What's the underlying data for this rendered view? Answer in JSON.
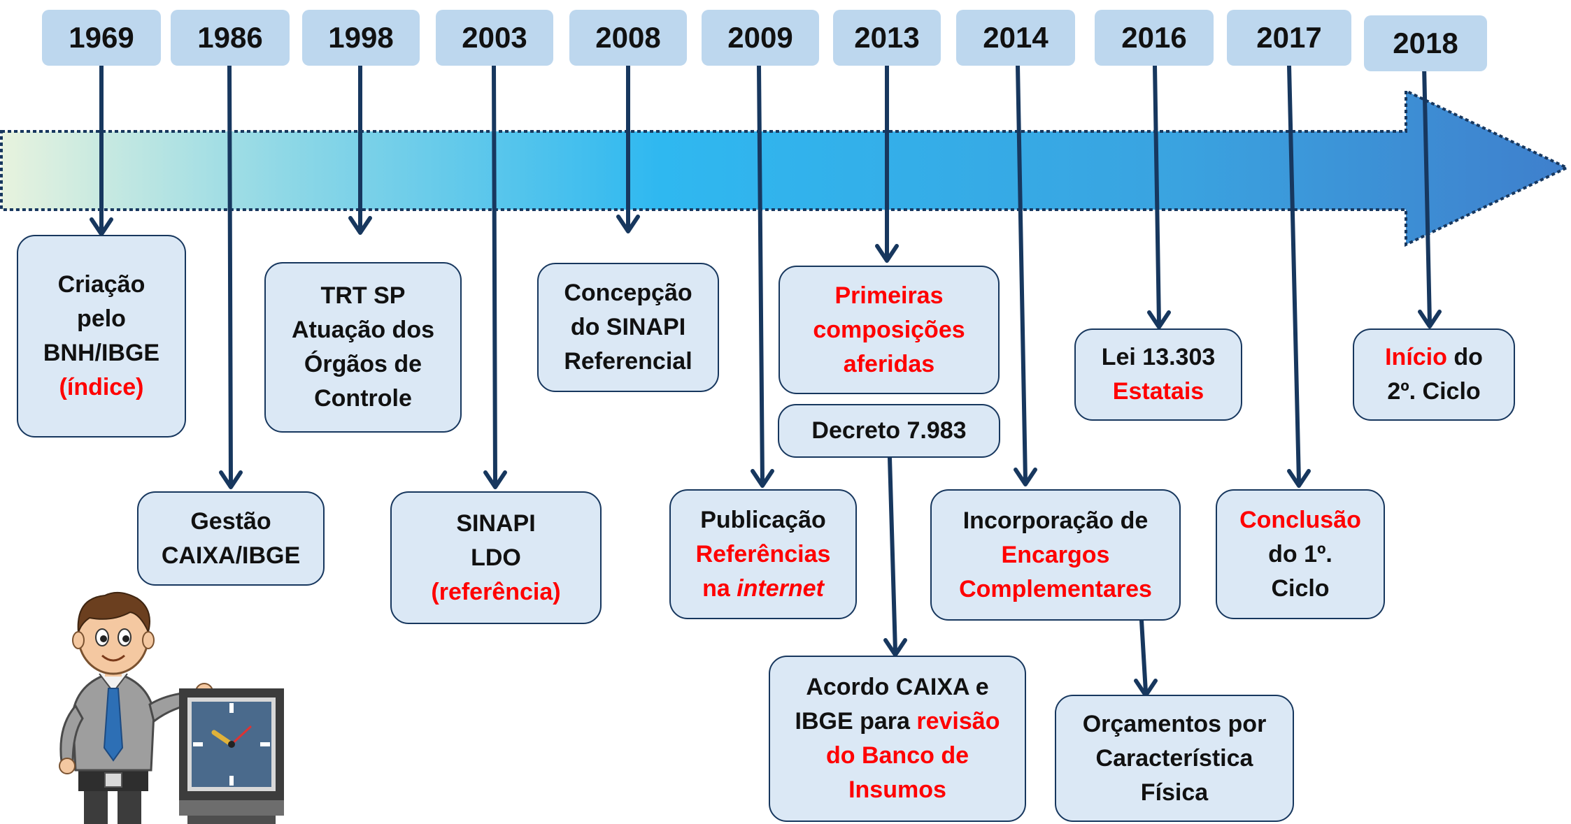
{
  "years": [
    "1969",
    "1986",
    "1998",
    "2003",
    "2008",
    "2009",
    "2013",
    "2014",
    "2016",
    "2017",
    "2018"
  ],
  "events": {
    "e1969": [
      [
        "Criação"
      ],
      [
        "pelo"
      ],
      [
        "BNH/IBGE"
      ],
      [
        {
          "t": "(índice)",
          "c": "red"
        }
      ]
    ],
    "e1986": [
      [
        "Gestão"
      ],
      [
        "CAIXA/IBGE"
      ]
    ],
    "e1998": [
      [
        "TRT SP"
      ],
      [
        "Atuação dos"
      ],
      [
        "Órgãos de"
      ],
      [
        "Controle"
      ]
    ],
    "e2003": [
      [
        "SINAPI"
      ],
      [
        "LDO"
      ],
      [
        {
          "t": "(referência)",
          "c": "red"
        }
      ]
    ],
    "e2008": [
      [
        "Concepção"
      ],
      [
        "do SINAPI"
      ],
      [
        "Referencial"
      ]
    ],
    "e2009": [
      [
        "Publicação"
      ],
      [
        {
          "t": "Referências",
          "c": "red"
        }
      ],
      [
        {
          "t": "na ",
          "c": "red"
        },
        {
          "t": "internet",
          "c": "red it"
        }
      ]
    ],
    "e2013a": [
      [
        {
          "t": "Primeiras",
          "c": "red"
        }
      ],
      [
        {
          "t": "composições",
          "c": "red"
        }
      ],
      [
        {
          "t": "aferidas",
          "c": "red"
        }
      ]
    ],
    "e2013b": [
      [
        "Decreto 7.983"
      ]
    ],
    "e2013c": [
      [
        "Acordo CAIXA e"
      ],
      [
        "IBGE para ",
        {
          "t": "revisão",
          "c": "red"
        }
      ],
      [
        {
          "t": "do Banco de",
          "c": "red"
        }
      ],
      [
        {
          "t": "Insumos",
          "c": "red"
        }
      ]
    ],
    "e2014a": [
      [
        "Incorporação de"
      ],
      [
        {
          "t": "Encargos",
          "c": "red"
        }
      ],
      [
        {
          "t": "Complementares",
          "c": "red"
        }
      ]
    ],
    "e2014b": [
      [
        "Orçamentos por"
      ],
      [
        "Característica"
      ],
      [
        "Física"
      ]
    ],
    "e2016": [
      [
        "Lei 13.303"
      ],
      [
        {
          "t": "Estatais",
          "c": "red"
        }
      ]
    ],
    "e2017": [
      [
        {
          "t": "Conclusão",
          "c": "red"
        }
      ],
      [
        "do 1º."
      ],
      [
        "Ciclo"
      ]
    ],
    "e2018": [
      [
        {
          "t": "Início",
          "c": "red"
        },
        " do"
      ],
      [
        "2º. Ciclo"
      ]
    ]
  },
  "colors": {
    "year_box": "#bdd7ee",
    "event_box": "#dbe8f5",
    "event_border": "#17375e",
    "connector": "#17375e",
    "highlight_text": "#ff0000",
    "arrow_start": "#e8f3de",
    "arrow_mid": "#2fb8f0",
    "arrow_end": "#3f7fcc"
  },
  "illustration": {
    "icon": "businessman-with-clock-icon"
  }
}
